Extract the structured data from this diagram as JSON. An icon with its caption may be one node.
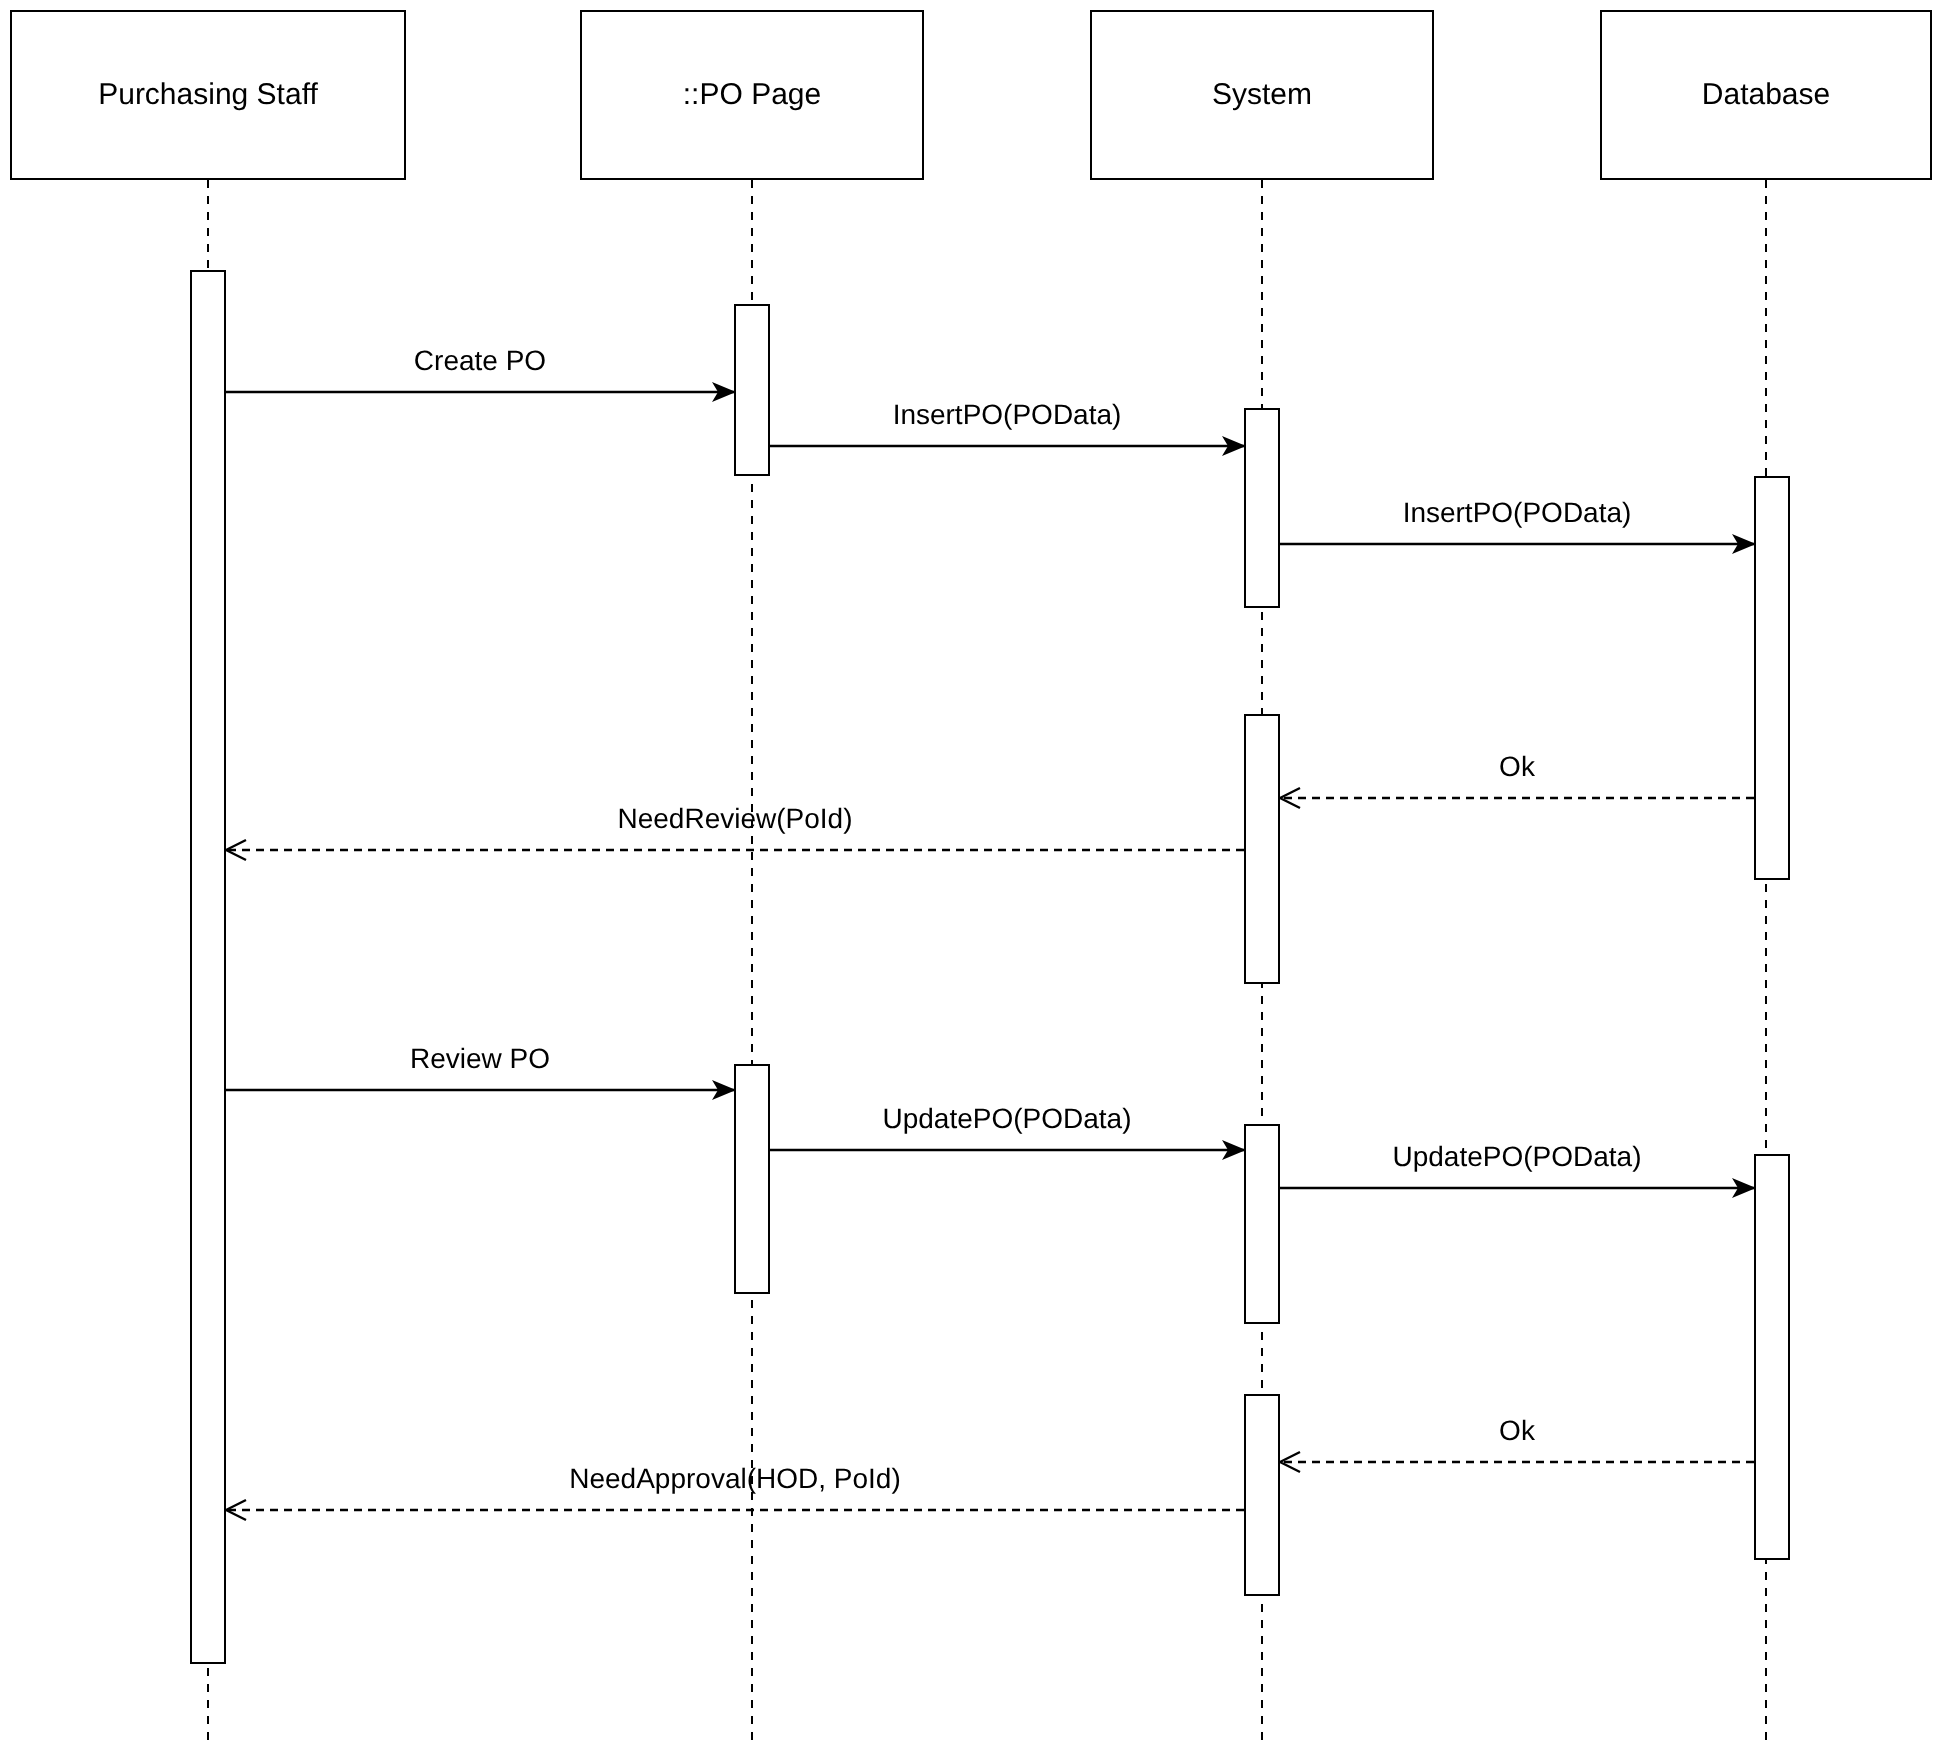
{
  "diagram": {
    "nodes": [
      {
        "text": [
          "Purchasing Staff"
        ]
      },
      {
        "text": [
          "::PO Page"
        ]
      },
      {
        "text": [
          "System"
        ]
      },
      {
        "text": [
          "Database"
        ]
      },
      {
        "text": [],
        "shape": "bar"
      },
      {
        "text": [],
        "shape": "bar"
      },
      {
        "text": [],
        "shape": "bar"
      },
      {
        "text": [],
        "shape": "bar"
      },
      {
        "text": [],
        "shape": "bar"
      },
      {
        "text": [],
        "shape": "bar"
      },
      {
        "text": [],
        "shape": "bar"
      },
      {
        "text": [],
        "shape": "bar"
      },
      {
        "text": [],
        "shape": "bar"
      }
    ],
    "edges": [
      {
        "from": 4,
        "to": 5,
        "arrow": "to",
        "label": "Create PO"
      },
      {
        "from": 5,
        "to": 6,
        "arrow": "to",
        "label": "InsertPO(POData)"
      },
      {
        "from": 6,
        "to": 7,
        "arrow": "to",
        "label": "InsertPO(POData)"
      },
      {
        "from": 7,
        "to": 8,
        "arrow": "to",
        "label": "Ok",
        "style": "dashed"
      },
      {
        "from": 8,
        "to": 4,
        "arrow": "to",
        "label": "NeedReview(PoId)",
        "style": "dashed"
      },
      {
        "from": 4,
        "to": 9,
        "arrow": "to",
        "label": "Review PO"
      },
      {
        "from": 9,
        "to": 10,
        "arrow": "to",
        "label": "UpdatePO(POData)"
      },
      {
        "from": 10,
        "to": 11,
        "arrow": "to",
        "label": "UpdatePO(POData)"
      },
      {
        "from": 11,
        "to": 12,
        "arrow": "to",
        "label": "Ok",
        "style": "dashed"
      },
      {
        "from": 12,
        "to": 4,
        "arrow": "to",
        "label": "NeedApproval(HOD, PoId)",
        "style": "dashed"
      }
    ]
  }
}
